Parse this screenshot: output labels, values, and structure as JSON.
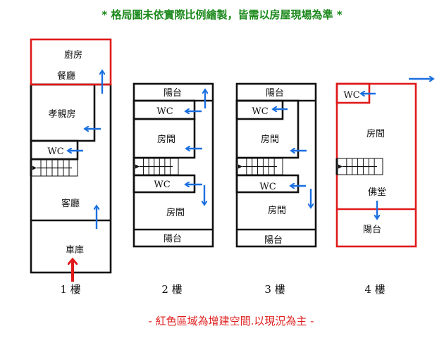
{
  "title": "* 格局圖未依實際比例繪製，皆需以房屋現場為準 *",
  "note": "- 紅色區域為增建空間.以現況為主 -",
  "colors": {
    "added_space": "#e01a1a",
    "arrow": "#1a6fe0",
    "title": "#1e8a1e"
  },
  "floors": [
    {
      "label": "1 樓",
      "rooms": [
        "廚房",
        "餐廳",
        "孝親房",
        "WC",
        "客廳",
        "車庫"
      ]
    },
    {
      "label": "2 樓",
      "rooms": [
        "陽台",
        "WC",
        "房間",
        "WC",
        "房間",
        "陽台"
      ]
    },
    {
      "label": "3 樓",
      "rooms": [
        "陽台",
        "WC",
        "房間",
        "WC",
        "房間",
        "陽台"
      ]
    },
    {
      "label": "4 樓",
      "rooms": [
        "WC",
        "房間",
        "佛堂",
        "陽台"
      ]
    }
  ]
}
